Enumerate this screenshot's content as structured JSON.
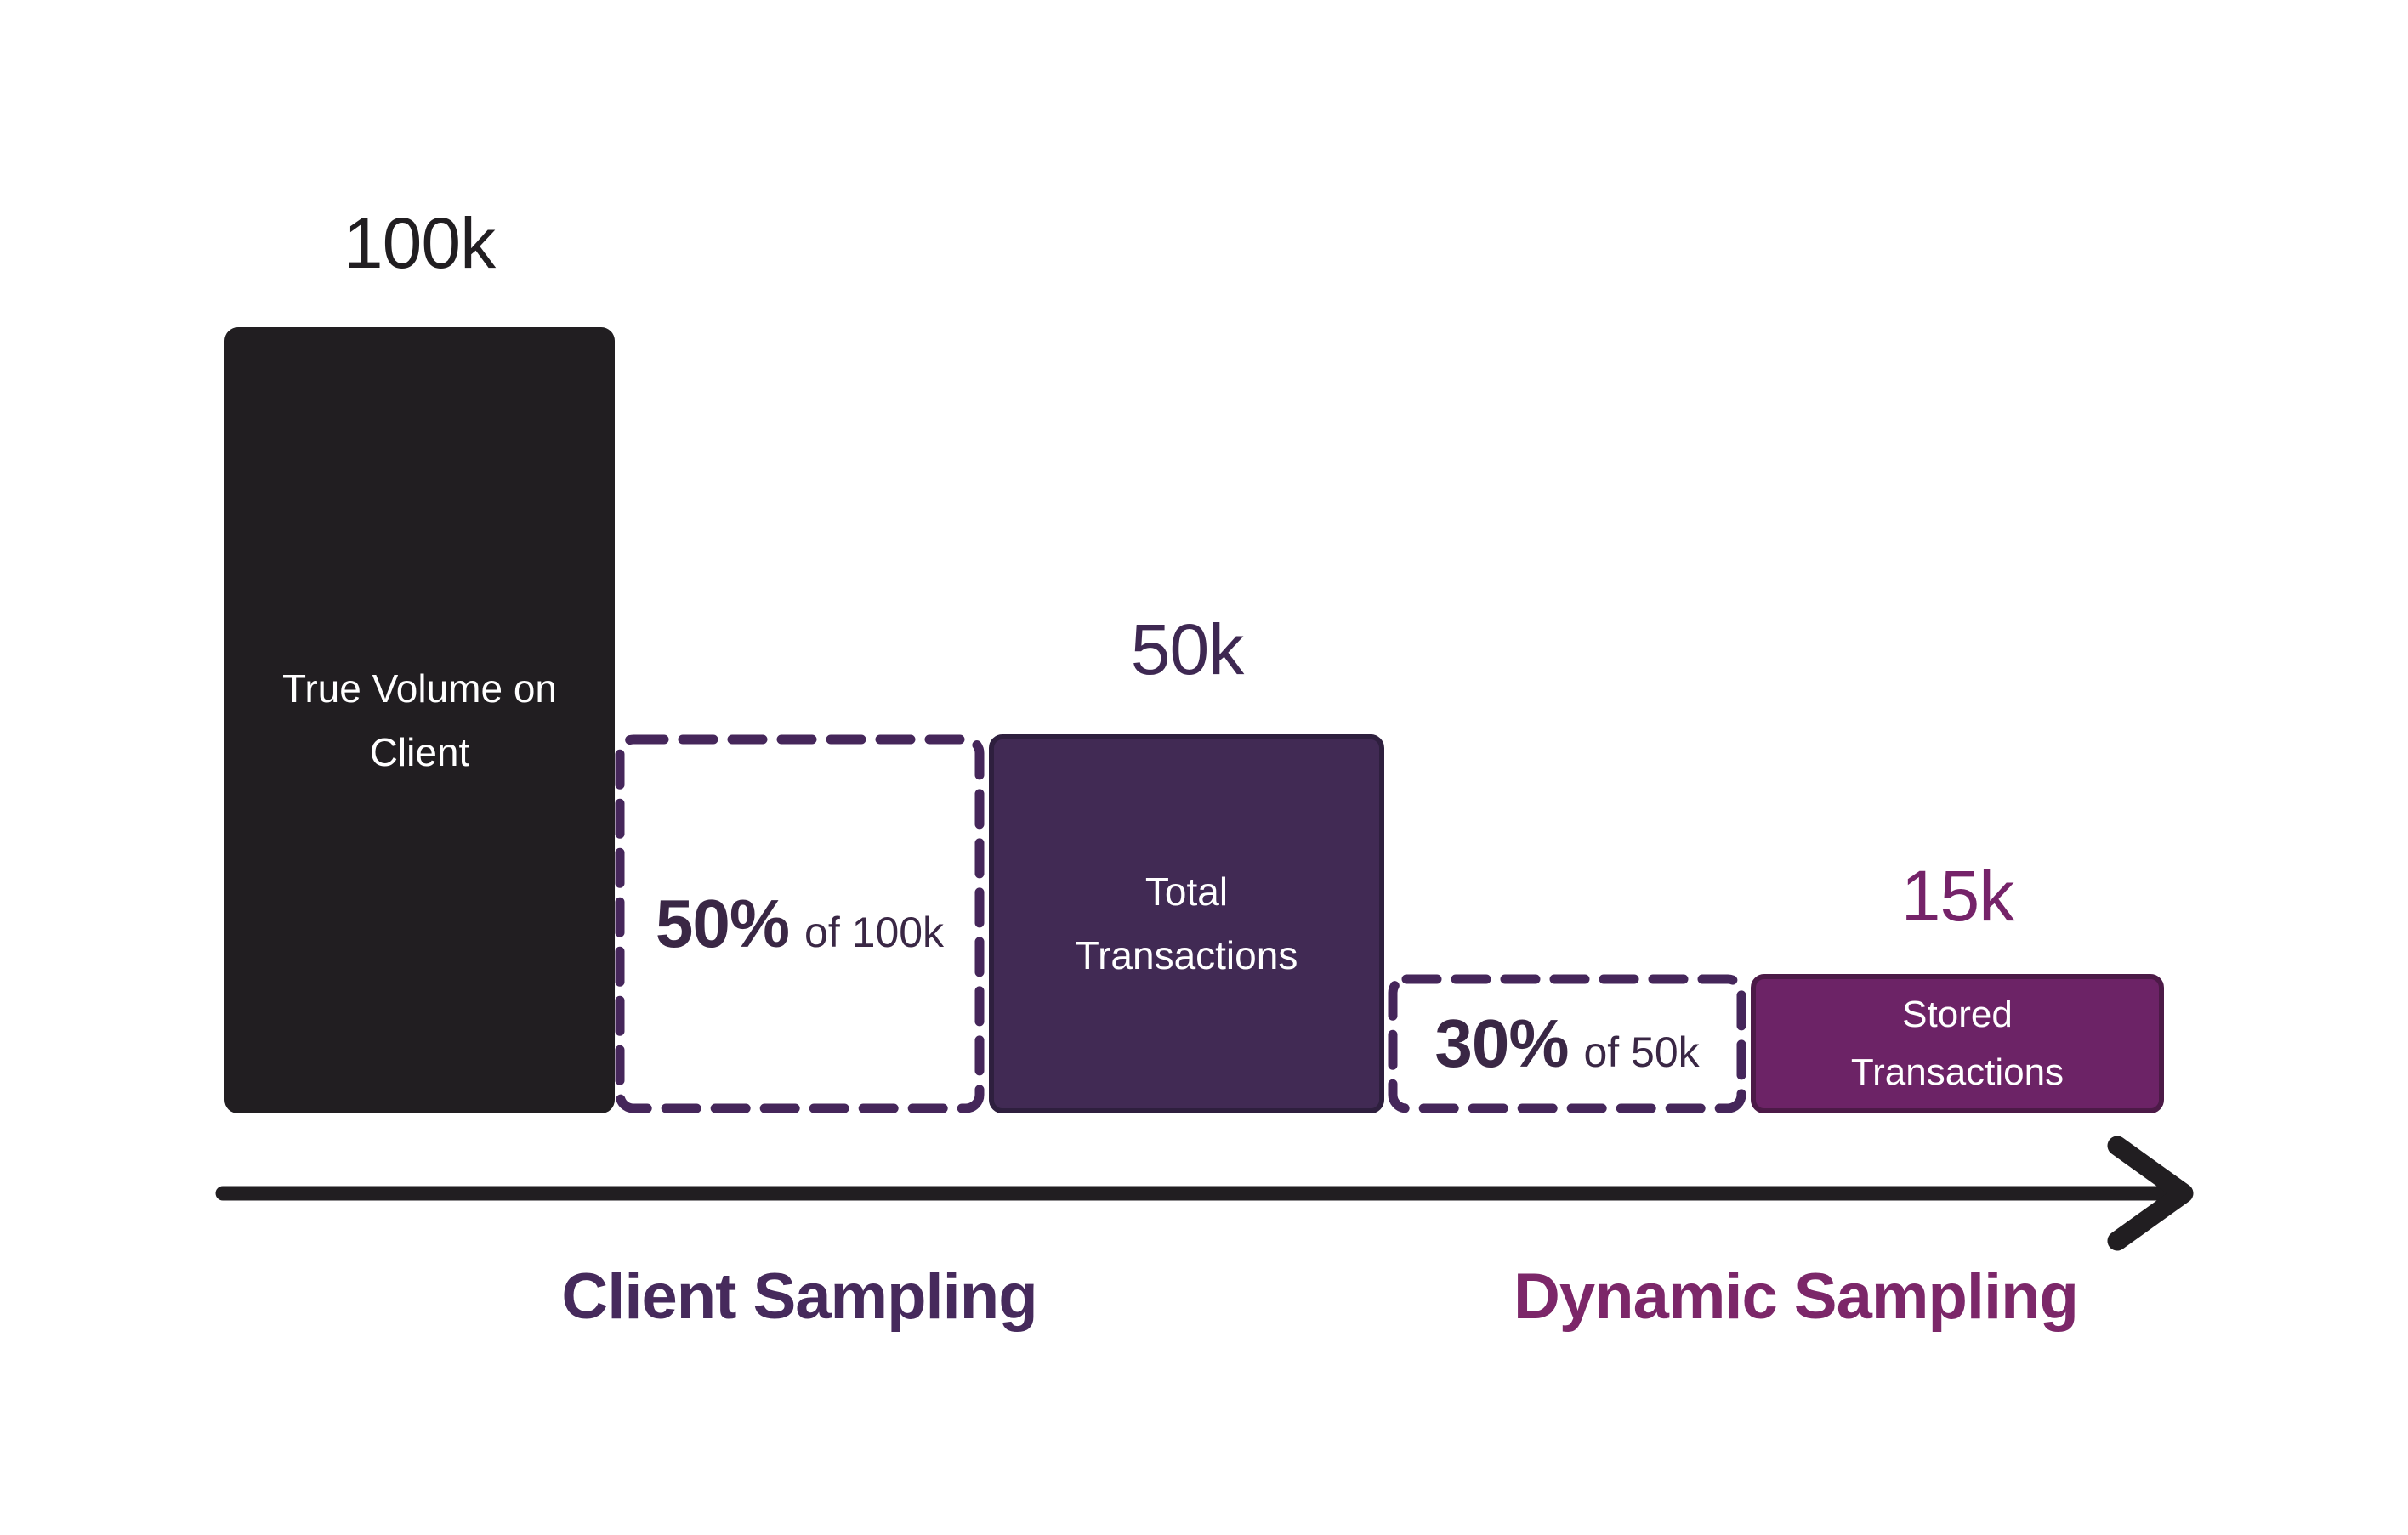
{
  "chart_data": {
    "type": "bar",
    "title": "",
    "categories": [
      "True Volume on Client",
      "Total Transactions",
      "Stored Transactions"
    ],
    "values": [
      100000,
      50000,
      15000
    ],
    "value_labels": [
      "100k",
      "50k",
      "15k"
    ],
    "annotations": [
      {
        "text": "50% of 100k",
        "between": [
          "True Volume on Client",
          "Total Transactions"
        ],
        "style": "dashed-box"
      },
      {
        "text": "30% of 50k",
        "between": [
          "Total Transactions",
          "Stored Transactions"
        ],
        "style": "dashed-box"
      }
    ],
    "x_axis": {
      "style": "arrow",
      "stage_labels": [
        "Client Sampling",
        "Dynamic Sampling"
      ]
    },
    "grid": false,
    "legend": false
  },
  "bars": {
    "true_volume": {
      "value": "100k",
      "line1": "True Volume on",
      "line2": "Client"
    },
    "total": {
      "value": "50k",
      "line1": "Total",
      "line2": "Transactions"
    },
    "stored": {
      "value": "15k",
      "line1": "Stored",
      "line2": "Transactions"
    }
  },
  "steps": {
    "client": {
      "pct": "50%",
      "of": "of 100k"
    },
    "dynamic": {
      "pct": "30%",
      "of": "of 50k"
    }
  },
  "axis": {
    "left_label": "Client Sampling",
    "right_label": "Dynamic Sampling"
  },
  "colors": {
    "background": "#ffffff",
    "true_volume_bar": "#211e21",
    "total_bar_fill": "#412a54",
    "total_bar_border": "#2e1f3e",
    "stored_bar_fill": "#6c2366",
    "stored_bar_border": "#4c1a47",
    "dashed_border": "#45265a",
    "value_100k_color": "#211e21",
    "value_50k_color": "#3e2852",
    "value_15k_color": "#752369",
    "client_label_color": "#462a5c",
    "dynamic_label_color": "#7c2769",
    "arrow_color": "#211e21",
    "pct_text_color": "#3a2745",
    "bar_text_color": "#ffffff"
  }
}
